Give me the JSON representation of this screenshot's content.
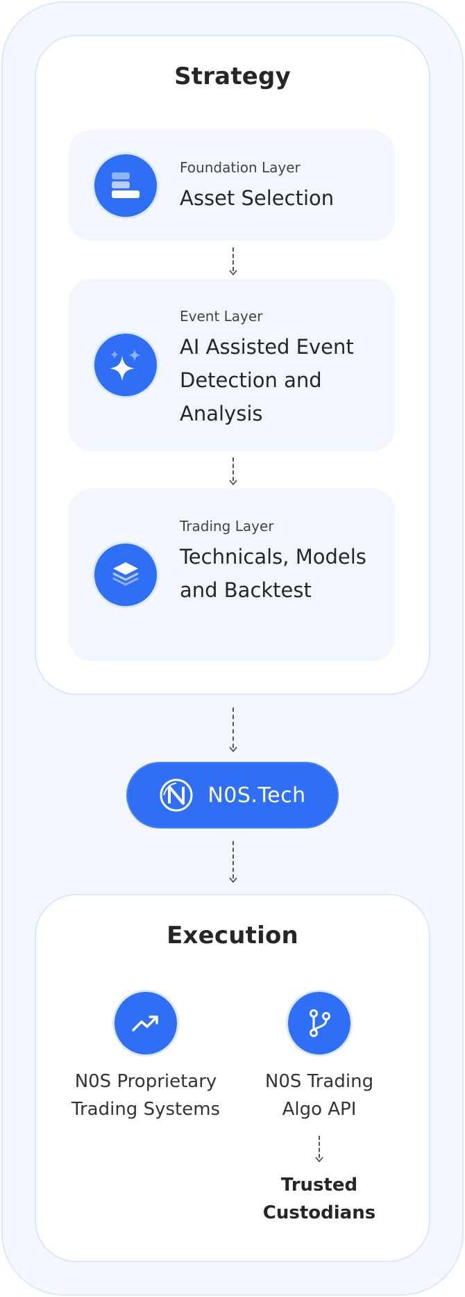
{
  "strategy": {
    "title": "Strategy",
    "layers": [
      {
        "kicker": "Foundation Layer",
        "title": "Asset Selection",
        "icon": "asset-stack-icon"
      },
      {
        "kicker": "Event Layer",
        "title": "AI Assisted Event Detection and Analysis",
        "icon": "sparkle-icon"
      },
      {
        "kicker": "Trading Layer",
        "title": "Technicals, Models and Backtest",
        "icon": "layers-icon"
      }
    ]
  },
  "hub": {
    "label": "N0S.Tech",
    "icon": "nos-logo-icon"
  },
  "execution": {
    "title": "Execution",
    "items": [
      {
        "label_line1": "N0S Proprietary",
        "label_line2": "Trading Systems",
        "icon": "trend-up-icon"
      },
      {
        "label_line1": "N0S Trading",
        "label_line2": "Algo API",
        "icon": "branch-icon"
      }
    ],
    "custodian": {
      "line1": "Trusted",
      "line2": "Custodians"
    }
  },
  "colors": {
    "accent": "#2f6ff5",
    "panel": "#f4f8fe",
    "layer_bg": "#f2f6fd",
    "border": "#d9e7fb"
  }
}
